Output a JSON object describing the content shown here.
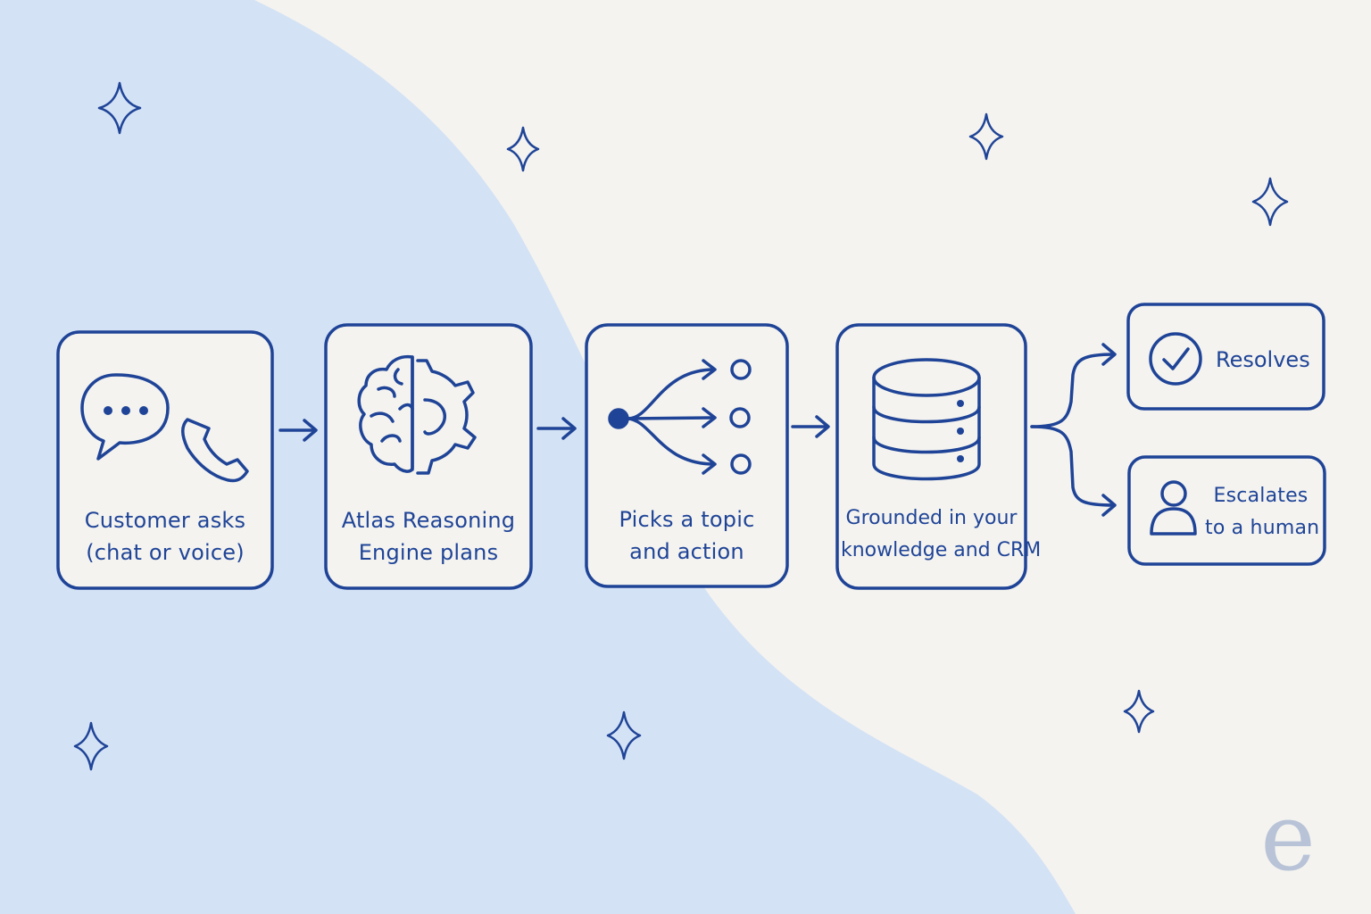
{
  "steps": [
    {
      "line1": "Customer asks",
      "line2": "(chat or voice)"
    },
    {
      "line1": "Atlas Reasoning",
      "line2": "Engine plans"
    },
    {
      "line1": "Picks a topic",
      "line2": "and action"
    },
    {
      "line1": "Grounded in your",
      "line2": "knowledge and CRM"
    }
  ],
  "outcomes": {
    "resolves": {
      "label": "Resolves"
    },
    "escalates": {
      "line1": "Escalates",
      "line2": "to a human"
    }
  },
  "brand": {
    "mark": "e"
  },
  "icons": {
    "step1": [
      "speech-bubble-icon",
      "phone-icon"
    ],
    "step2": [
      "brain-gear-icon"
    ],
    "step3": [
      "branching-icon"
    ],
    "step4": [
      "database-icon"
    ],
    "outcome1": "check-circle-icon",
    "outcome2": "person-icon"
  },
  "colors": {
    "ink": "#1f4497",
    "background": "#f4f3ef",
    "blob": "#d4e2f5",
    "brand_mark": "#b8c3d7"
  }
}
